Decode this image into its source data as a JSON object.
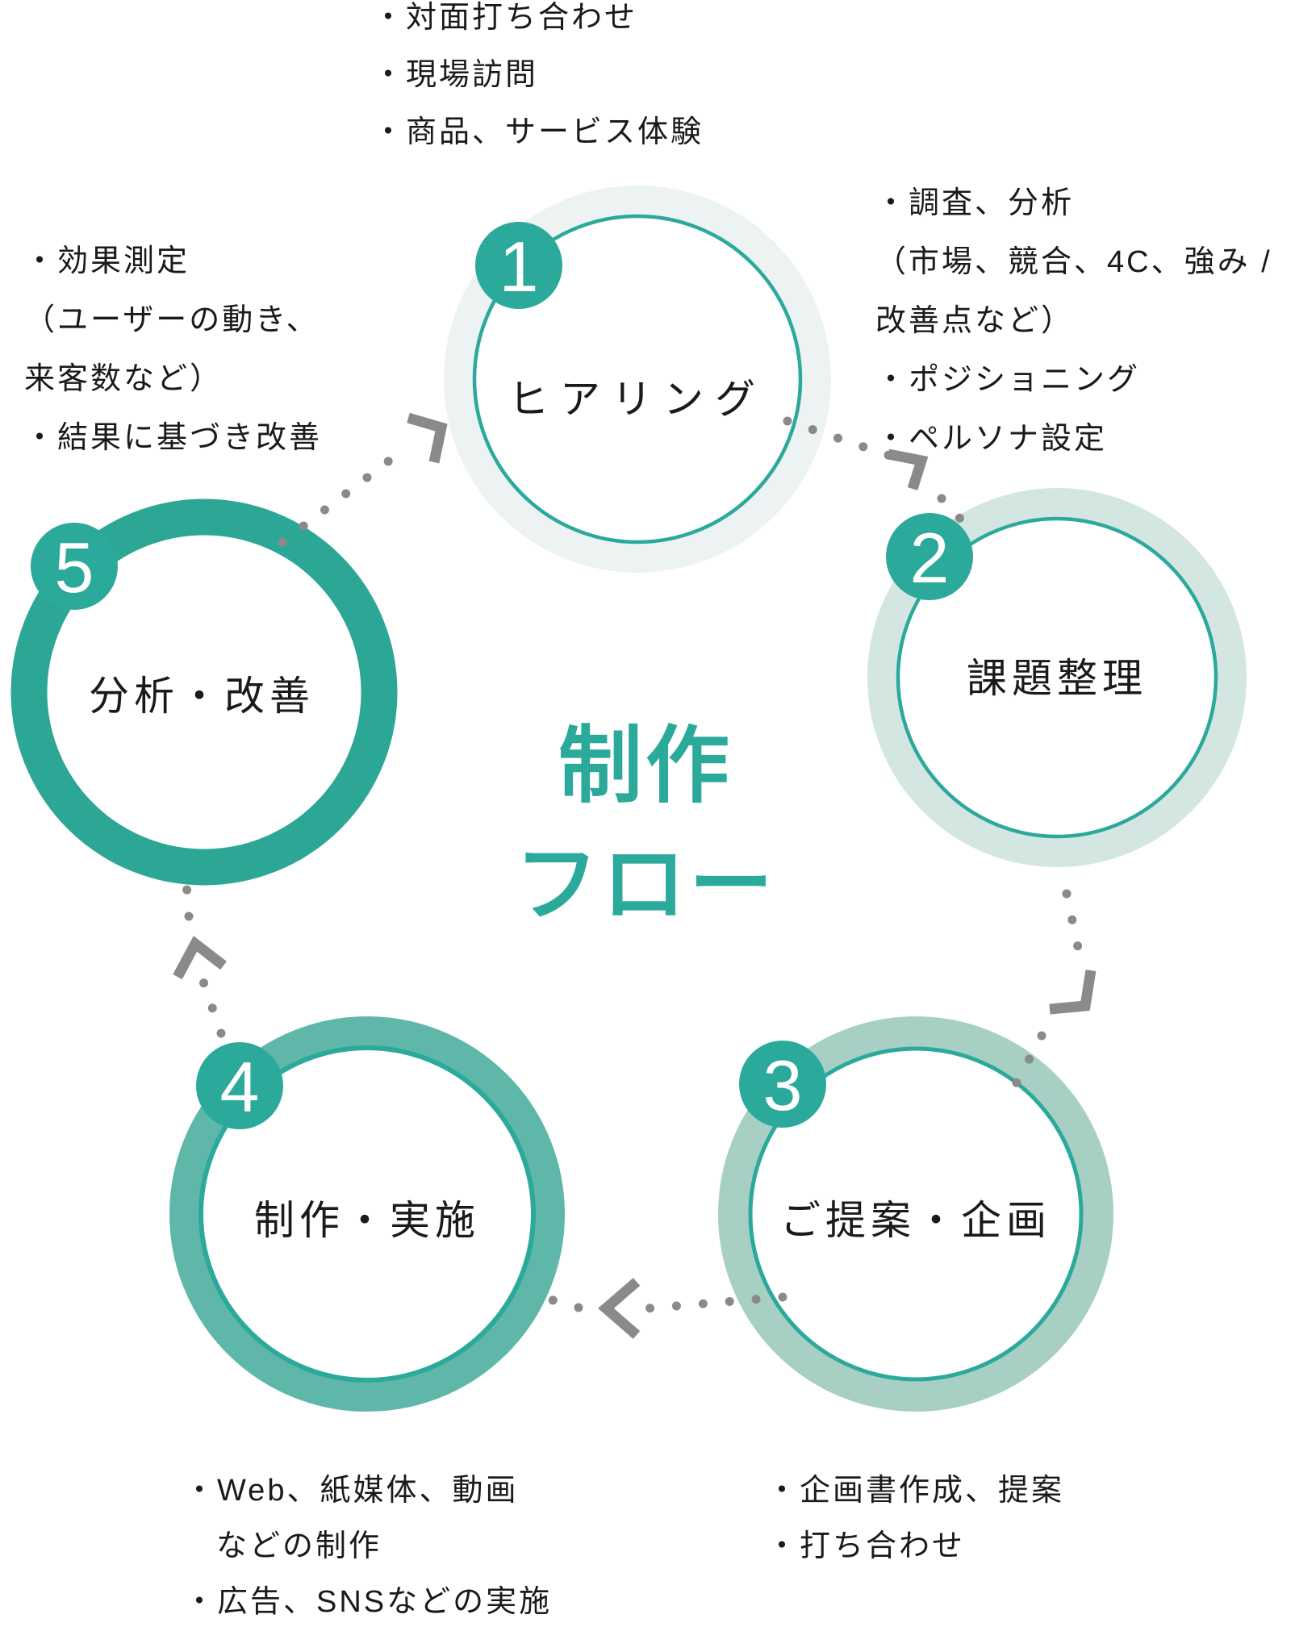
{
  "title": {
    "line1": "制作",
    "line2": "フロー"
  },
  "colors": {
    "accent": "#2BA99B",
    "ring_step1": "#ECF3F2",
    "ring_step2": "#D4E6E1",
    "ring_step3": "#A7CFC4",
    "ring_step4": "#5FB7A9",
    "ring_step5": "#2CA795",
    "arrow_gray": "#8A8A8A",
    "text_black": "#1A1A1A",
    "badge_number_white": "#FFFFFF"
  },
  "steps": [
    {
      "number": "1",
      "label": "ヒアリング",
      "notes": [
        "・対面打ち合わせ",
        "・現場訪問",
        "・商品、サービス体験"
      ]
    },
    {
      "number": "2",
      "label": "課題整理",
      "notes": [
        "・調査、分析",
        "（市場、競合、4C、強み /",
        "改善点など）",
        "・ポジショニング",
        "・ペルソナ設定"
      ]
    },
    {
      "number": "3",
      "label": "ご提案・企画",
      "notes": [
        "・企画書作成、提案",
        "・打ち合わせ"
      ]
    },
    {
      "number": "4",
      "label": "制作・実施",
      "notes": [
        "・Web、紙媒体、動画",
        "などの制作",
        "・広告、SNSなどの実施"
      ]
    },
    {
      "number": "5",
      "label": "分析・改善",
      "notes": [
        "・効果測定",
        "（ユーザーの動き、",
        "来客数など）",
        "・結果に基づき改善"
      ]
    }
  ]
}
